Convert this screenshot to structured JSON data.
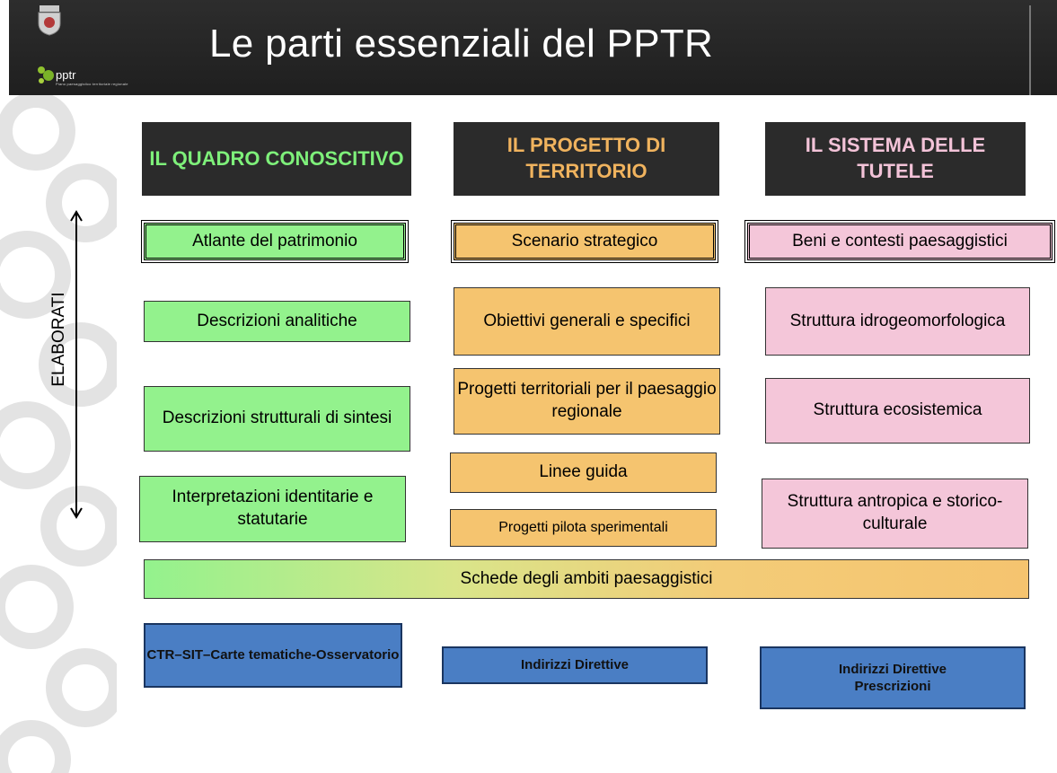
{
  "title": "Le parti essenziali del PPTR",
  "logo": {
    "text": "pptr",
    "subtitle": "Piano paesaggistico territoriale regionale"
  },
  "axis_label": "ELABORATI",
  "columns": [
    {
      "header": "IL QUADRO CONOSCITIVO",
      "header_color": "#7ef07a",
      "items": [
        "Atlante del patrimonio",
        "Descrizioni analitiche",
        "Descrizioni strutturali di sintesi",
        "Interpretazioni identitarie e statutarie"
      ],
      "footer": "CTR–SIT–Carte tematiche-Osservatorio"
    },
    {
      "header": "IL PROGETTO DI TERRITORIO",
      "header_color": "#f0b35e",
      "items": [
        "Scenario strategico",
        "Obiettivi generali e specifici",
        "Progetti territoriali per il paesaggio regionale",
        "Linee guida",
        "Progetti pilota sperimentali"
      ],
      "footer": "Indirizzi Direttive"
    },
    {
      "header": "IL SISTEMA DELLE TUTELE",
      "header_color": "#f3c3d8",
      "items": [
        "Beni e contesti paesaggistici",
        "Struttura idrogeomorfologica",
        "Struttura ecosistemica",
        "Struttura antropica e storico-culturale"
      ],
      "footer": "Indirizzi Direttive Prescrizioni"
    }
  ],
  "shared_bar": "Schede degli ambiti paesaggistici",
  "colors": {
    "green": "#93f28d",
    "orange": "#f5c46f",
    "pink": "#f4c6d9",
    "blue": "#4a7ec4",
    "header_bg": "#2b2b2b"
  }
}
